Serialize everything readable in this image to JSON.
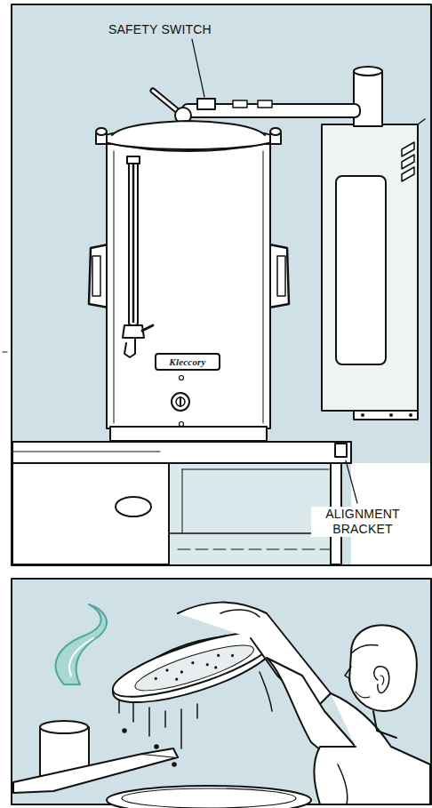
{
  "diagram": {
    "labels": [
      "SAFETY SWITCH",
      "ALIGNMENT BRACKET",
      "Kleccory"
    ]
  }
}
